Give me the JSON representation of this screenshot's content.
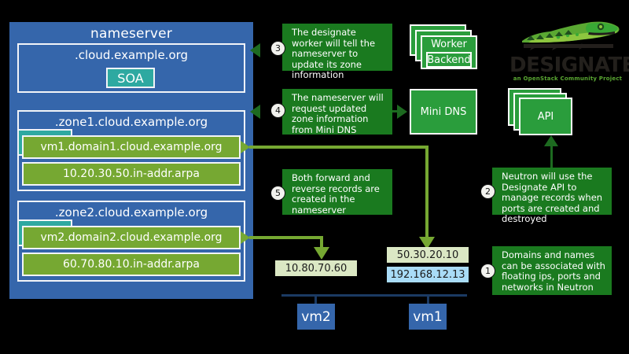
{
  "nameserver": {
    "title": "nameserver",
    "root_zone": {
      "label": ".cloud.example.org",
      "soa_label": "SOA"
    },
    "zones": [
      {
        "label": ".zone1.cloud.example.org",
        "forward_record": "vm1.domain1.cloud.example.org",
        "reverse_record": "10.20.30.50.in-addr.arpa"
      },
      {
        "label": ".zone2.cloud.example.org",
        "forward_record": "vm2.domain2.cloud.example.org",
        "reverse_record": "60.70.80.10.in-addr.arpa"
      }
    ]
  },
  "services": {
    "worker": "Worker",
    "backend": "Backend",
    "mini_dns": "Mini DNS",
    "api": "API"
  },
  "logo": {
    "wordmark": "DESIGNATE",
    "tagline": "an OpenStack Community Project",
    "icon": "crocodile-icon"
  },
  "notes": [
    {
      "number": "1",
      "text": "Domains and names can be associated with floating ips, ports and networks in Neutron"
    },
    {
      "number": "2",
      "text": "Neutron will use the Designate API to manage records when ports are created and destroyed"
    },
    {
      "number": "3",
      "text": "The designate worker will tell the nameserver to update its zone information"
    },
    {
      "number": "4",
      "text": "The nameserver will request updated zone information from Mini DNS"
    },
    {
      "number": "5",
      "text": "Both forward and reverse records are created in the nameserver"
    }
  ],
  "instances": [
    {
      "name": "vm2",
      "floating_ip": "10.80.70.60",
      "fixed_ip": null
    },
    {
      "name": "vm1",
      "floating_ip": "50.30.20.10",
      "fixed_ip": "192.168.12.13"
    }
  ],
  "colors": {
    "nameserver_blue": "#3566ab",
    "record_green": "#76a832",
    "soa_teal": "#2ea9a1",
    "service_green": "#2a9d3c",
    "note_green": "#1a7a1f",
    "arrow_dark_green": "#1d6a20",
    "floating_ip_bg": "#dbe8c4",
    "fixed_ip_bg": "#a9dcf7",
    "background": "#000000"
  }
}
